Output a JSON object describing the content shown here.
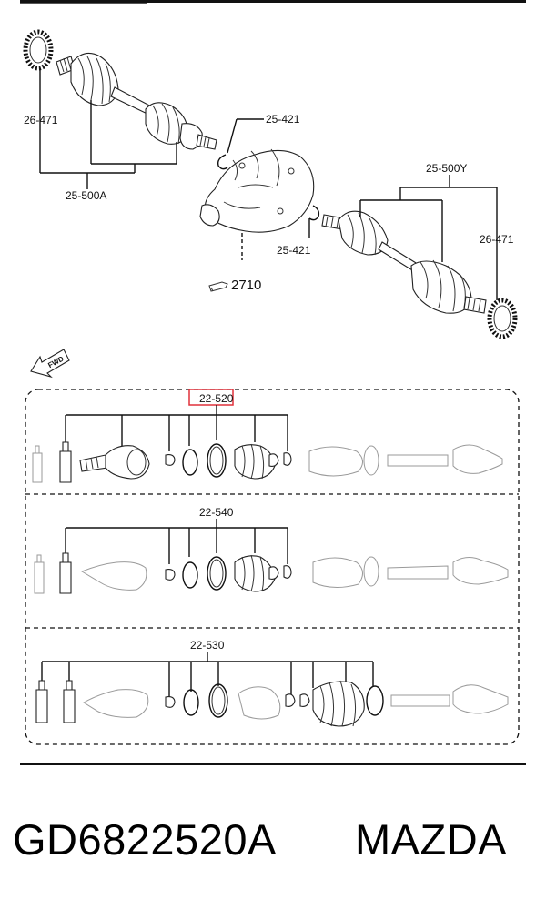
{
  "callouts": {
    "abs_ring_left": "26-471",
    "clip_top": "25-421",
    "shaft_left": "25-500A",
    "shaft_right": "25-500Y",
    "abs_ring_right": "26-471",
    "clip_bottom": "25-421",
    "differential_ref": "2710",
    "kit_upper": "22-520",
    "kit_middle": "22-540",
    "kit_lower": "22-530"
  },
  "fwd_arrow": "FWD",
  "highlight_color": "#e0303a",
  "differential_ref_icon": "pointing-hand-icon",
  "footer": {
    "part_number": "GD6822520A",
    "brand": "MAZDA"
  }
}
